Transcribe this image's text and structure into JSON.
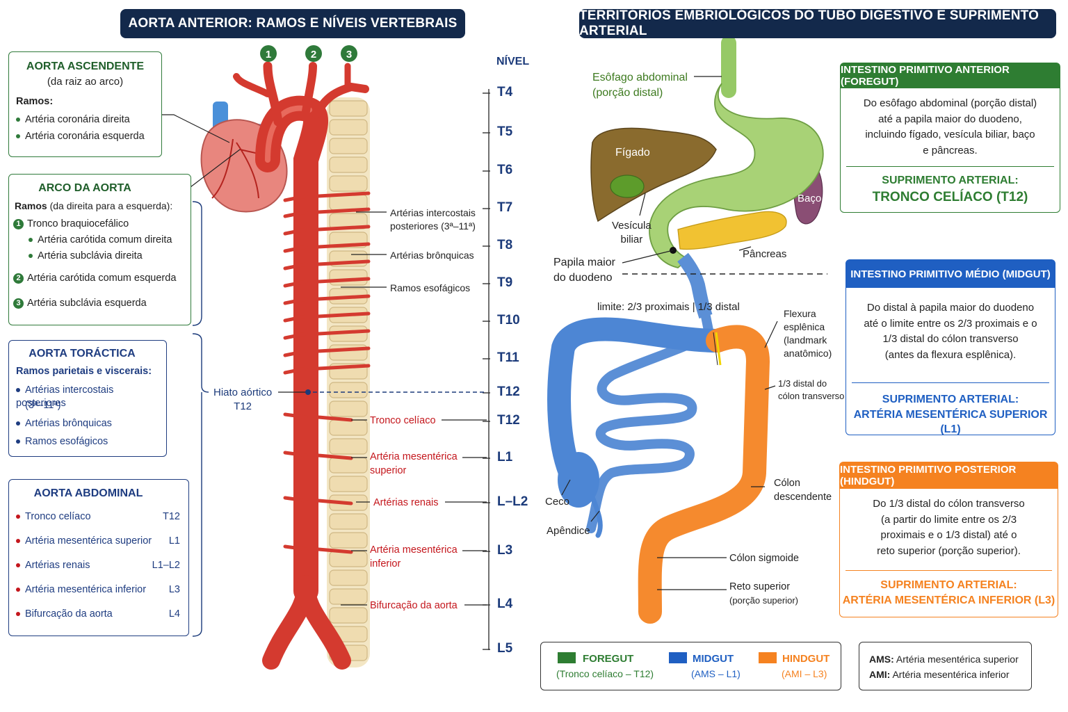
{
  "left_title": "AORTA ANTERIOR: RAMOS E NÍVEIS VERTEBRAIS",
  "right_title": "TERRITÓRIOS EMBRIOLÓGICOS DO TUBO DIGESTIVO E SUPRIMENTO ARTERIAL",
  "asc": {
    "title": "AORTA ASCENDENTE",
    "subtitle": "(da raiz ao arco)",
    "ramos": "Ramos:",
    "items": [
      "Artéria coronária direita",
      "Artéria coronária esquerda"
    ]
  },
  "arch": {
    "title": "ARCO DA AORTA",
    "intro_bold": "Ramos",
    "intro_rest": " (da direita para a esquerda):",
    "b1": "Tronco braquiocefálico",
    "b1a": "Artéria carótida comum direita",
    "b1b": "Artéria subclávia direita",
    "b2": "Artéria carótida comum esquerda",
    "b3": "Artéria subclávia esquerda",
    "n1": "1",
    "n2": "2",
    "n3": "3"
  },
  "thor": {
    "title": "AORTA TORÁCTICA",
    "subtitle": "Ramos parietais e viscerais:",
    "items": [
      "Artérias intercostais posteriores",
      "(3ª–11ª)",
      "Artérias brônquicas",
      "Ramos esofágicos"
    ]
  },
  "abd": {
    "title": "AORTA ABDOMINAL",
    "rows": [
      {
        "name": "Tronco celíaco",
        "level": "T12"
      },
      {
        "name": "Artéria mesentérica superior",
        "level": "L1"
      },
      {
        "name": "Artérias renais",
        "level": "L1–L2"
      },
      {
        "name": "Artéria mesentérica inferior",
        "level": "L3"
      },
      {
        "name": "Bifurcação da aorta",
        "level": "L4"
      }
    ]
  },
  "nivel": "NÍVEL",
  "levels": [
    "T4",
    "T5",
    "T6",
    "T7",
    "T8",
    "T9",
    "T10",
    "T11",
    "T12",
    "T12",
    "L1",
    "L–L2",
    "L3",
    "L4",
    "L5"
  ],
  "center_labels": {
    "intercostais_1": "Artérias intercostais",
    "intercostais_2": "posteriores (3ª–11ª)",
    "bronquicas": "Artérias brônquicas",
    "esofagicos": "Ramos esofágicos",
    "hiato_1": "Hiato aórtico",
    "hiato_2": "T12",
    "celiaco": "Tronco celíaco",
    "ams_1": "Artéria mesentérica",
    "ams_2": "superior",
    "renais": "Artérias renais",
    "ami_1": "Artéria mesentérica",
    "ami_2": "inferior",
    "bifurcacao": "Bifurcação da aorta"
  },
  "gut_labels": {
    "esofago_1": "Esôfago abdominal",
    "esofago_2": "(porção distal)",
    "figado": "Fígado",
    "vesicula_1": "Vesícula",
    "vesicula_2": "biliar",
    "baco": "Baço",
    "pancreas": "Pâncreas",
    "papila_1": "Papila maior",
    "papila_2": "do duodeno",
    "limite": "limite: 2/3 proximais | 1/3 distal",
    "flexura_1": "Flexura",
    "flexura_2": "esplênica",
    "flexura_3": "(landmark",
    "flexura_4": "anatômico)",
    "terco_1": "1/3 distal do",
    "terco_2": "cólon transverso",
    "ceco": "Ceco",
    "apendice": "Apêndice",
    "descendente_1": "Cólon",
    "descendente_2": "descendente",
    "sigmoide": "Cólon sigmoide",
    "reto_1": "Reto superior",
    "reto_2": "(porção superior)"
  },
  "foregut": {
    "head": "INTESTINO PRIMITIVO ANTERIOR (FOREGUT)",
    "body": [
      "Do esôfago abdominal (porção distal)",
      "até a papila maior do duodeno,",
      "incluindo fígado, vesícula biliar, baço",
      "e pâncreas."
    ],
    "supply_1": "SUPRIMENTO ARTERIAL:",
    "supply_2": "TRONCO CELÍACO (T12)"
  },
  "midgut": {
    "head": "INTESTINO PRIMITIVO MÉDIO (MIDGUT)",
    "body": [
      "Do distal à papila maior do duodeno",
      "até o limite entre os 2/3 proximais e o",
      "1/3 distal do cólon transverso",
      "(antes da flexura esplênica)."
    ],
    "supply_1": "SUPRIMENTO ARTERIAL:",
    "supply_2": "ARTÉRIA MESENTÉRICA SUPERIOR (L1)"
  },
  "hindgut": {
    "head": "INTESTINO PRIMITIVO POSTERIOR (HINDGUT)",
    "body": [
      "Do 1/3 distal do cólon transverso",
      "(a partir do limite entre os 2/3",
      "proximais e o 1/3 distal) até o",
      "reto superior (porção superior)."
    ],
    "supply_1": "SUPRIMENTO ARTERIAL:",
    "supply_2": "ARTÉRIA MESENTÉRICA INFERIOR (L3)"
  },
  "legend": {
    "fg_1": "FOREGUT",
    "fg_2": "(Tronco celíaco – T12)",
    "mg_1": "MIDGUT",
    "mg_2": "(AMS – L1)",
    "hg_1": "HINDGUT",
    "hg_2": "(AMI – L3)"
  },
  "abbr": {
    "ams_k": "AMS:",
    "ams_v": " Artéria mesentérica superior",
    "ami_k": "AMI:",
    "ami_v": " Artéria mesentérica inferior"
  },
  "colors": {
    "foregut": "#2e7d32",
    "midgut": "#1f5fc2",
    "hindgut": "#f58220",
    "aorta": "#d43a2f",
    "navy": "#13294b"
  }
}
